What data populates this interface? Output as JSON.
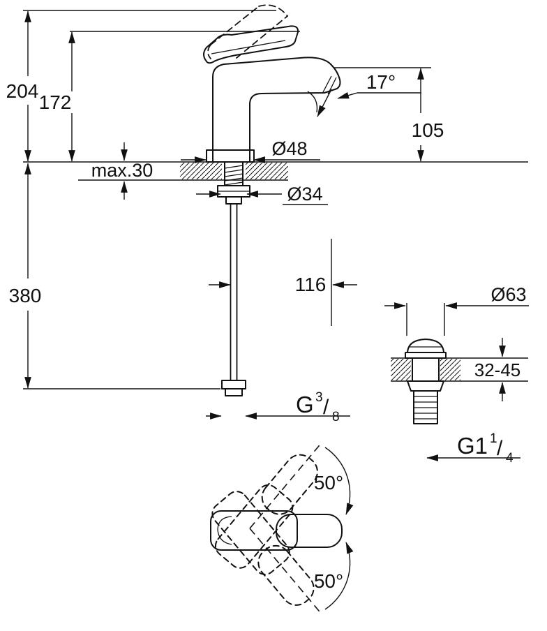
{
  "colors": {
    "line": "#111111",
    "background": "#ffffff"
  },
  "dimensions": {
    "overall_height": "204",
    "height_to_lever": "172",
    "spout_angle": "17°",
    "outlet_height": "105",
    "base_diameter": "Ø48",
    "max_deck_thickness": "max.30",
    "hole_diameter": "Ø34",
    "hose_length": "380",
    "spout_reach": "116",
    "waste_flange_diameter": "Ø63",
    "waste_deck_thickness": "32-45",
    "handle_swing_upper": "50°",
    "handle_swing_lower": "50°"
  },
  "threads": {
    "supply": {
      "prefix": "G",
      "numerator": "3",
      "slash": "/",
      "denominator": "8"
    },
    "waste": {
      "prefix": "G1",
      "numerator": "1",
      "slash": "/",
      "denominator": "4"
    }
  }
}
